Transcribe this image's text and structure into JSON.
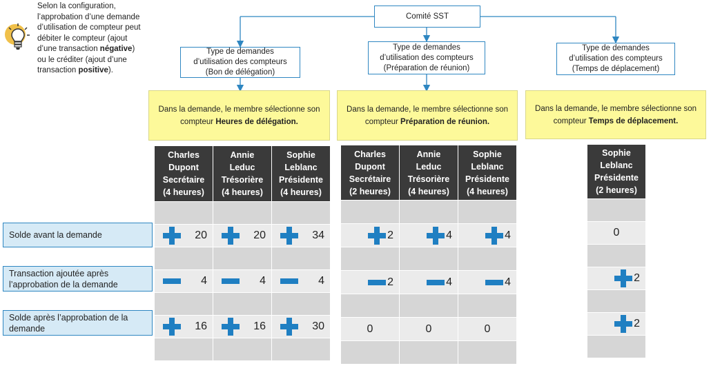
{
  "tip": {
    "line1": "Selon la configuration, l’approbation d’une demande d’utilisation de compteur peut débiter le compteur (ajout d’une transaction ",
    "neg": "négative",
    "line2": ") ou le créditer (ajout d’une transaction ",
    "pos": "positive",
    "line3": ")."
  },
  "root": {
    "label": "Comité SST"
  },
  "types": [
    {
      "line1": "Type de demandes",
      "line2": "d’utilisation des compteurs",
      "line3": "(Bon de délégation)"
    },
    {
      "line1": "Type de demandes",
      "line2": "d’utilisation des compteurs",
      "line3": "(Préparation de réunion)"
    },
    {
      "line1": "Type de demandes",
      "line2": "d’utilisation des compteurs",
      "line3": "(Temps de déplacement)"
    }
  ],
  "notes": [
    {
      "pre": "Dans la demande, le membre sélectionne son compteur ",
      "bold": "Heures de délégation."
    },
    {
      "pre": "Dans la demande, le membre sélectionne son compteur ",
      "bold": "Préparation de réunion."
    },
    {
      "pre": "Dans la demande, le membre sélectionne son compteur ",
      "bold": "Temps de déplacement."
    }
  ],
  "row_labels": {
    "before": "Solde avant la demande",
    "transaction": "Transaction ajoutée après l’approbation de la demande",
    "after": "Solde après l’approbation de la demande"
  },
  "groups": [
    {
      "members": [
        {
          "l1": "Charles",
          "l2": "Dupont",
          "l3": "Secrétaire",
          "l4": "(4 heures)",
          "before": "20",
          "trans": "4",
          "after": "16"
        },
        {
          "l1": "Annie",
          "l2": "Leduc",
          "l3": "Trésorière",
          "l4": "(4 heures)",
          "before": "20",
          "trans": "4",
          "after": "16"
        },
        {
          "l1": "Sophie",
          "l2": "Leblanc",
          "l3": "Présidente",
          "l4": "(4 heures)",
          "before": "34",
          "trans": "4",
          "after": "30"
        }
      ]
    },
    {
      "members": [
        {
          "l1": "Charles",
          "l2": "Dupont",
          "l3": "Secrétaire",
          "l4": "(2 heures)",
          "before": "2",
          "trans": "2",
          "after": "0"
        },
        {
          "l1": "Annie",
          "l2": "Leduc",
          "l3": "Trésorière",
          "l4": "(4 heures)",
          "before": "4",
          "trans": "4",
          "after": "0"
        },
        {
          "l1": "Sophie",
          "l2": "Leblanc",
          "l3": "Présidente",
          "l4": "(4 heures)",
          "before": "4",
          "trans": "4",
          "after": "0"
        }
      ]
    },
    {
      "members": [
        {
          "l1": "Sophie",
          "l2": "Leblanc",
          "l3": "Présidente",
          "l4": "(2 heures)",
          "before": "0",
          "trans": "2",
          "after": "2"
        }
      ]
    }
  ],
  "colors": {
    "accent": "#1f7fc2",
    "note_bg": "#fdf99a",
    "header_bg": "#3a3a3a",
    "label_bg": "#d6eaf6"
  }
}
